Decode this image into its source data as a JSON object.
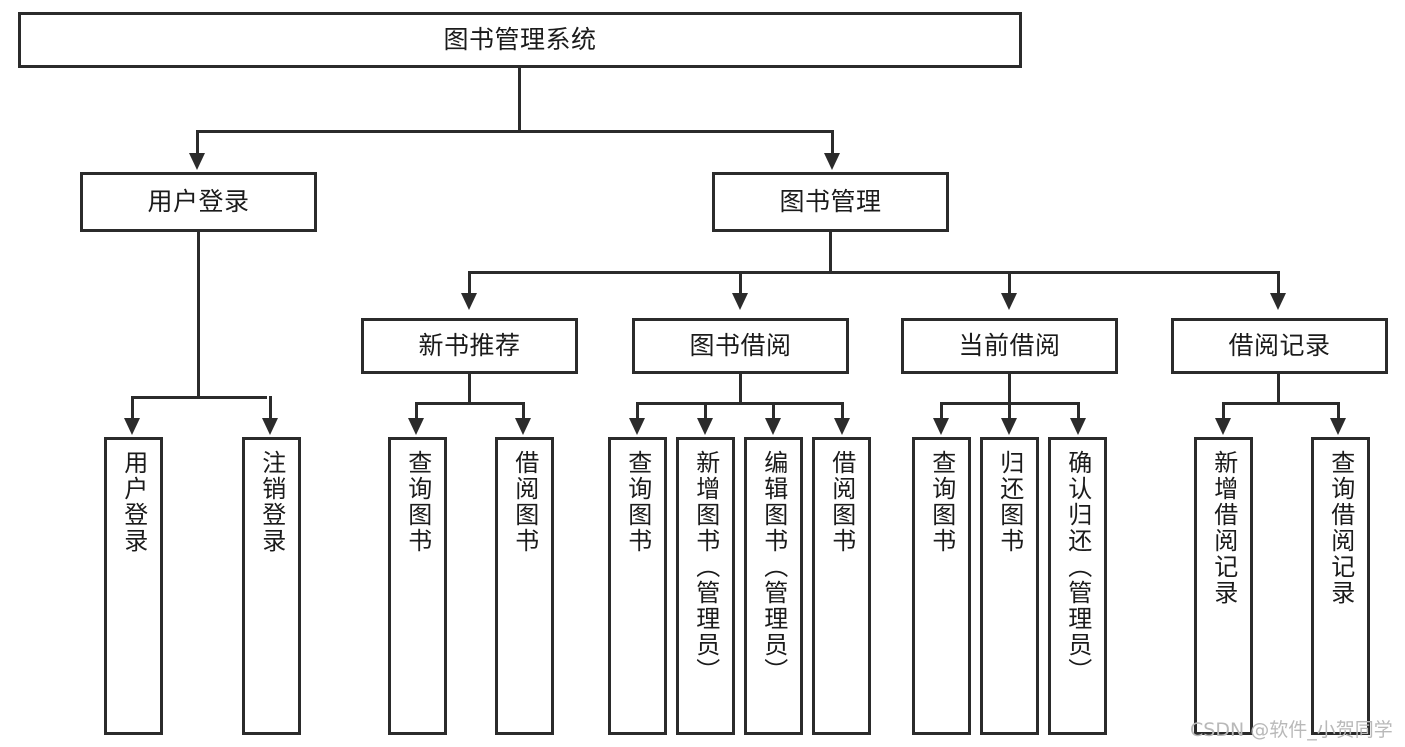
{
  "diagram": {
    "title": "图书管理系统",
    "watermark": "CSDN @软件_小贺同学",
    "root": {
      "label": "图书管理系统"
    },
    "level1": [
      {
        "label": "用户登录"
      },
      {
        "label": "图书管理"
      }
    ],
    "level2": [
      {
        "label": "新书推荐"
      },
      {
        "label": "图书借阅"
      },
      {
        "label": "当前借阅"
      },
      {
        "label": "借阅记录"
      }
    ],
    "leaves": {
      "user_login": [
        {
          "label": "用户登录"
        },
        {
          "label": "注销登录"
        }
      ],
      "new_book_recommend": [
        {
          "label": "查询图书"
        },
        {
          "label": "借阅图书"
        }
      ],
      "book_borrow": [
        {
          "label": "查询图书"
        },
        {
          "label": "新增图书（管理员）"
        },
        {
          "label": "编辑图书（管理员）"
        },
        {
          "label": "借阅图书"
        }
      ],
      "current_borrow": [
        {
          "label": "查询图书"
        },
        {
          "label": "归还图书"
        },
        {
          "label": "确认归还（管理员）"
        }
      ],
      "borrow_record": [
        {
          "label": "新增借阅记录"
        },
        {
          "label": "查询借阅记录"
        }
      ]
    },
    "colors": {
      "stroke": "#2b2b2b",
      "fill": "#ffffff",
      "text": "#1b1b1b",
      "watermark": "#b9b9b9"
    }
  }
}
